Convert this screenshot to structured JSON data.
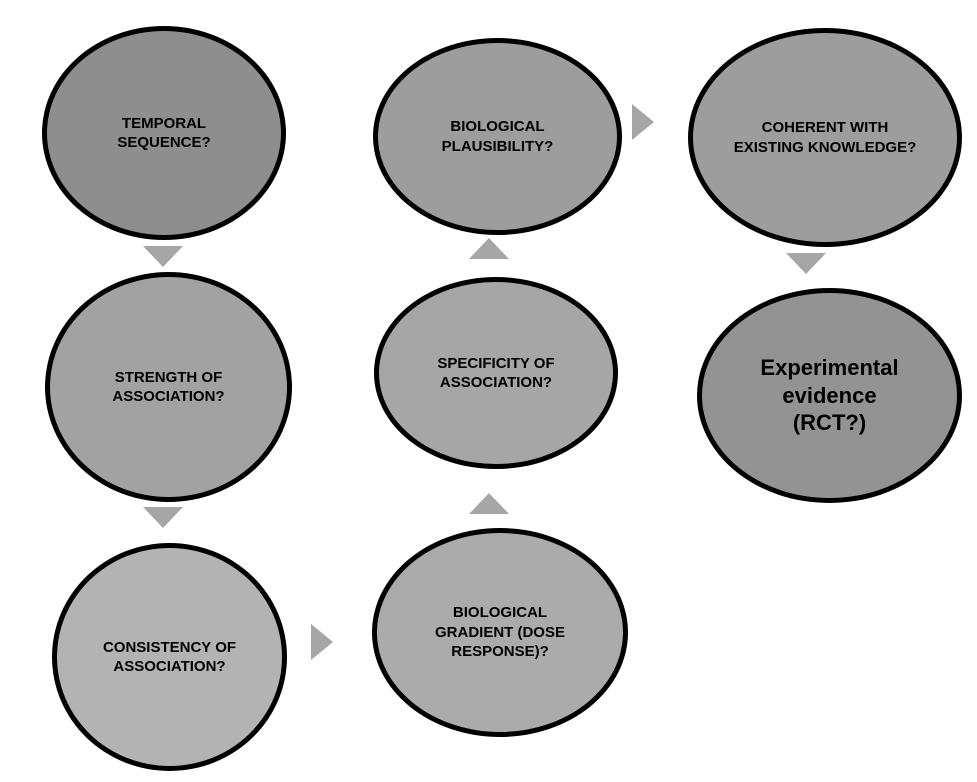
{
  "diagram": {
    "type": "flowchart",
    "topic": "Criteria for causal association",
    "border_color": "#000000",
    "arrow_color": "#a6a6a6",
    "background_color": "#ffffff",
    "nodes": [
      {
        "id": "temporal-sequence",
        "label": "TEMPORAL SEQUENCE?",
        "fill": "#8e8e8e"
      },
      {
        "id": "biological-plausibility",
        "label": "BIOLOGICAL PLAUSIBILITY?",
        "fill": "#9d9d9d"
      },
      {
        "id": "coherent-knowledge",
        "label": "COHERENT WITH EXISTING KNOWLEDGE?",
        "fill": "#9d9d9d"
      },
      {
        "id": "strength-association",
        "label": "STRENGTH OF ASSOCIATION?",
        "fill": "#a2a2a2"
      },
      {
        "id": "specificity-association",
        "label": "SPECIFICITY OF ASSOCIATION?",
        "fill": "#a6a6a6"
      },
      {
        "id": "experimental-evidence",
        "label": "Experimental evidence (RCT?)",
        "fill": "#939393"
      },
      {
        "id": "consistency-association",
        "label": "CONSISTENCY OF ASSOCIATION?",
        "fill": "#b3b3b3"
      },
      {
        "id": "biological-gradient",
        "label": "BIOLOGICAL GRADIENT (DOSE RESPONSE)?",
        "fill": "#ababab"
      }
    ],
    "arrows": [
      {
        "from": "temporal-sequence",
        "to": "strength-association",
        "direction": "down"
      },
      {
        "from": "strength-association",
        "to": "consistency-association",
        "direction": "down"
      },
      {
        "from": "consistency-association",
        "to": "biological-gradient",
        "direction": "right"
      },
      {
        "from": "biological-gradient",
        "to": "specificity-association",
        "direction": "up"
      },
      {
        "from": "specificity-association",
        "to": "biological-plausibility",
        "direction": "up"
      },
      {
        "from": "biological-plausibility",
        "to": "coherent-knowledge",
        "direction": "right"
      },
      {
        "from": "coherent-knowledge",
        "to": "experimental-evidence",
        "direction": "down"
      }
    ]
  }
}
